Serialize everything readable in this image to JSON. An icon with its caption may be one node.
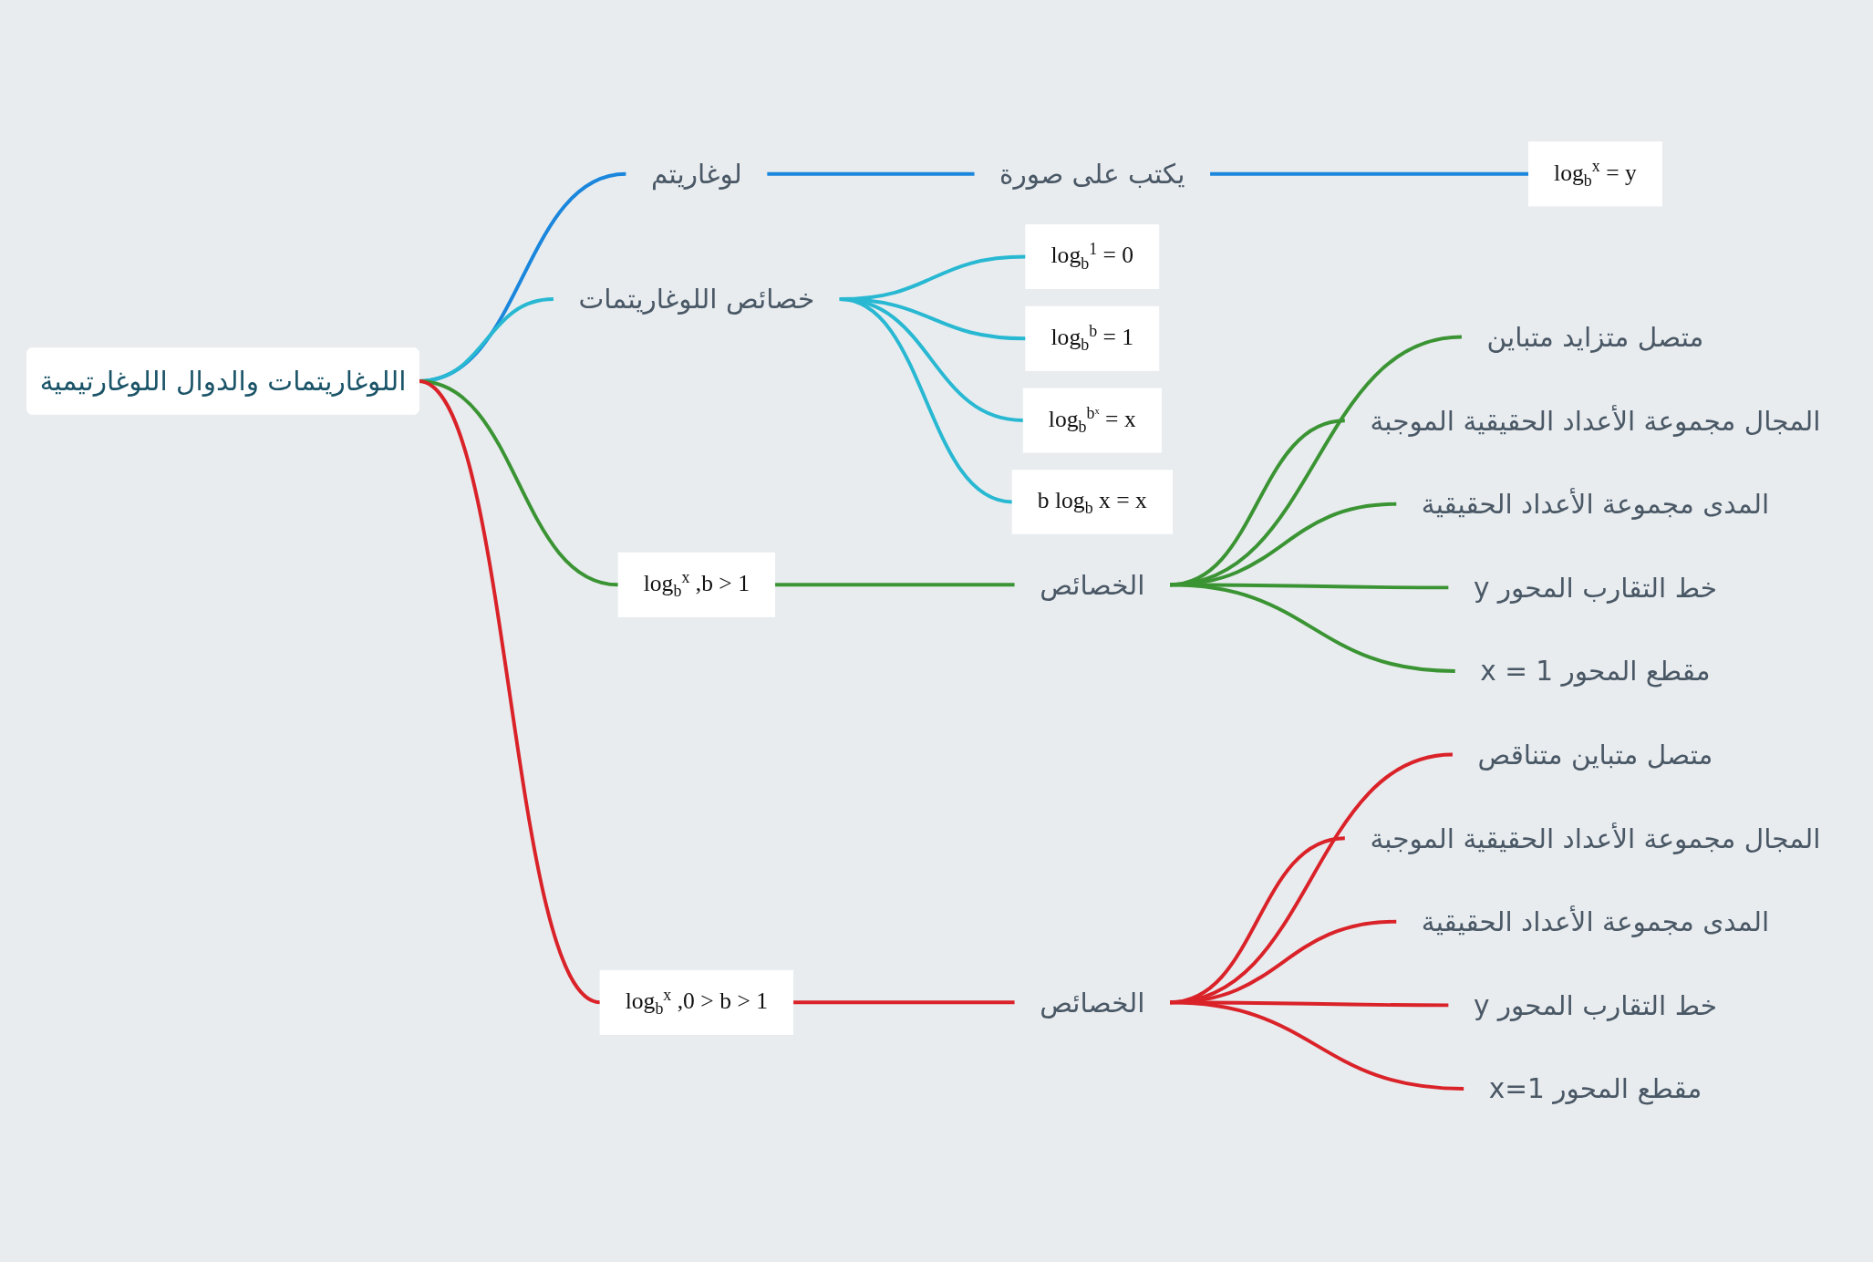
{
  "diagram": {
    "nodes": [
      {
        "text": [
          "اللوغاريتمات والدوال اللوغارتيمية"
        ]
      },
      {
        "text": [
          "لوغاريتم"
        ]
      },
      {
        "text": [
          "يكتب على صورة"
        ]
      },
      {
        "text": [
          "log$_{b}$$^{x}$ = y"
        ]
      },
      {
        "text": [
          "خصائص اللوغاريتمات"
        ]
      },
      {
        "text": [
          "log$_{b}$$^{1}$ = 0"
        ]
      },
      {
        "text": [
          "log$_{b}$$^{b}$ = 1"
        ]
      },
      {
        "text": [
          "log$_{b}$$^{bˣ}$ = x"
        ]
      },
      {
        "text": [
          "b log$_{b}$ x = x"
        ]
      },
      {
        "text": [
          "log$_{b}$$^{x}$ ,b > 1"
        ]
      },
      {
        "text": [
          "الخصائص"
        ]
      },
      {
        "text": [
          "متصل متزايد متباين"
        ]
      },
      {
        "text": [
          "المجال مجموعة الأعداد الحقيقية الموجبة"
        ]
      },
      {
        "text": [
          "المدى مجموعة الأعداد الحقيقية"
        ]
      },
      {
        "text": [
          "خط التقارب المحور y"
        ]
      },
      {
        "text": [
          "مقطع المحور x = 1"
        ]
      },
      {
        "text": [
          "log$_{b}$$^{x}$ ,0 > b > 1"
        ]
      },
      {
        "text": [
          "الخصائص"
        ]
      },
      {
        "text": [
          "متصل متباين متناقص"
        ]
      },
      {
        "text": [
          "المجال مجموعة الأعداد الحقيقية الموجبة"
        ]
      },
      {
        "text": [
          "المدى مجموعة الأعداد الحقيقية"
        ]
      },
      {
        "text": [
          "خط التقارب المحور y"
        ]
      },
      {
        "text": [
          "مقطع المحور x=1"
        ]
      }
    ],
    "edges": [
      {
        "from": 0,
        "to": 1,
        "arrow": "none",
        "color": "#1a86dc"
      },
      {
        "from": 1,
        "to": 2,
        "arrow": "none",
        "color": "#1a86dc"
      },
      {
        "from": 2,
        "to": 3,
        "arrow": "none",
        "color": "#1a86dc"
      },
      {
        "from": 0,
        "to": 4,
        "arrow": "none",
        "color": "#28b8d2"
      },
      {
        "from": 4,
        "to": 5,
        "arrow": "none",
        "color": "#28b8d2"
      },
      {
        "from": 4,
        "to": 6,
        "arrow": "none",
        "color": "#28b8d2"
      },
      {
        "from": 4,
        "to": 7,
        "arrow": "none",
        "color": "#28b8d2"
      },
      {
        "from": 4,
        "to": 8,
        "arrow": "none",
        "color": "#28b8d2"
      },
      {
        "from": 0,
        "to": 9,
        "arrow": "none",
        "color": "#3b9433"
      },
      {
        "from": 9,
        "to": 10,
        "arrow": "none",
        "color": "#3b9433"
      },
      {
        "from": 10,
        "to": 11,
        "arrow": "none",
        "color": "#3b9433"
      },
      {
        "from": 10,
        "to": 12,
        "arrow": "none",
        "color": "#3b9433"
      },
      {
        "from": 10,
        "to": 13,
        "arrow": "none",
        "color": "#3b9433"
      },
      {
        "from": 10,
        "to": 14,
        "arrow": "none",
        "color": "#3b9433"
      },
      {
        "from": 10,
        "to": 15,
        "arrow": "none",
        "color": "#3b9433"
      },
      {
        "from": 0,
        "to": 16,
        "arrow": "none",
        "color": "#da2229"
      },
      {
        "from": 16,
        "to": 17,
        "arrow": "none",
        "color": "#da2229"
      },
      {
        "from": 17,
        "to": 18,
        "arrow": "none",
        "color": "#da2229"
      },
      {
        "from": 17,
        "to": 19,
        "arrow": "none",
        "color": "#da2229"
      },
      {
        "from": 17,
        "to": 20,
        "arrow": "none",
        "color": "#da2229"
      },
      {
        "from": 17,
        "to": 21,
        "arrow": "none",
        "color": "#da2229"
      },
      {
        "from": 17,
        "to": 22,
        "arrow": "none",
        "color": "#da2229"
      }
    ]
  }
}
